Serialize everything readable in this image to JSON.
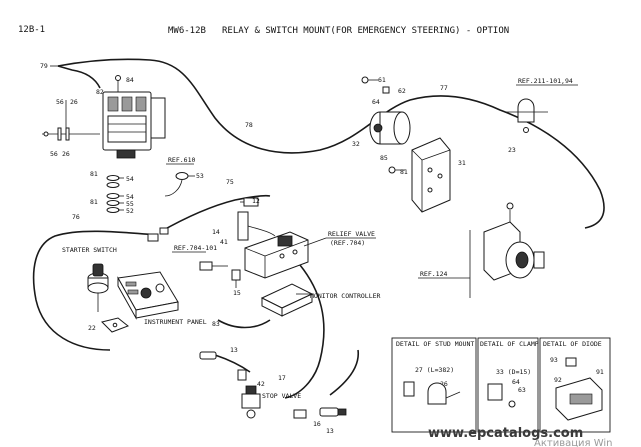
{
  "header": {
    "page_code": "12B-1",
    "group": "MW6-12B",
    "title": "RELAY & SWITCH MOUNT(FOR EMERGENCY STEERING) - OPTION"
  },
  "part_numbers": [
    "79",
    "84",
    "82",
    "56",
    "26",
    "56",
    "26",
    "81",
    "54",
    "54",
    "55",
    "52",
    "81",
    "78",
    "REF.610",
    "53",
    "75",
    "76",
    "14",
    "41",
    "12",
    "REF.704-101",
    "15",
    "83",
    "22",
    "13",
    "17",
    "42",
    "16",
    "13",
    "61",
    "62",
    "64",
    "77",
    "32",
    "85",
    "81",
    "31",
    "23",
    "REF.124"
  ],
  "refs": {
    "ref_211": "REF.211-101,94",
    "ref_610": "REF.610",
    "ref_704_101": "REF.704-101",
    "ref_124": "REF.124",
    "ref_704": "(REF.704)"
  },
  "labels": {
    "starter_switch": "STARTER SWITCH",
    "instrument_panel": "INSTRUMENT PANEL",
    "relief_valve": "RELIEF VALVE",
    "monitor_controller": "MONITOR CONTROLLER",
    "stop_valve": "STOP VALVE"
  },
  "details": {
    "stud_mount": {
      "title": "DETAIL OF STUD MOUNT",
      "spec": "27 (L=382)",
      "part": "26"
    },
    "clamp": {
      "title": "DETAIL OF CLAMP",
      "spec": "33 (D=15)",
      "parts": [
        "64",
        "63"
      ]
    },
    "diode": {
      "title": "DETAIL OF DIODE",
      "parts": [
        "93",
        "92",
        "91"
      ]
    }
  },
  "watermark": {
    "site": "www.epcatalogs.com",
    "activation": "Активация Win"
  }
}
